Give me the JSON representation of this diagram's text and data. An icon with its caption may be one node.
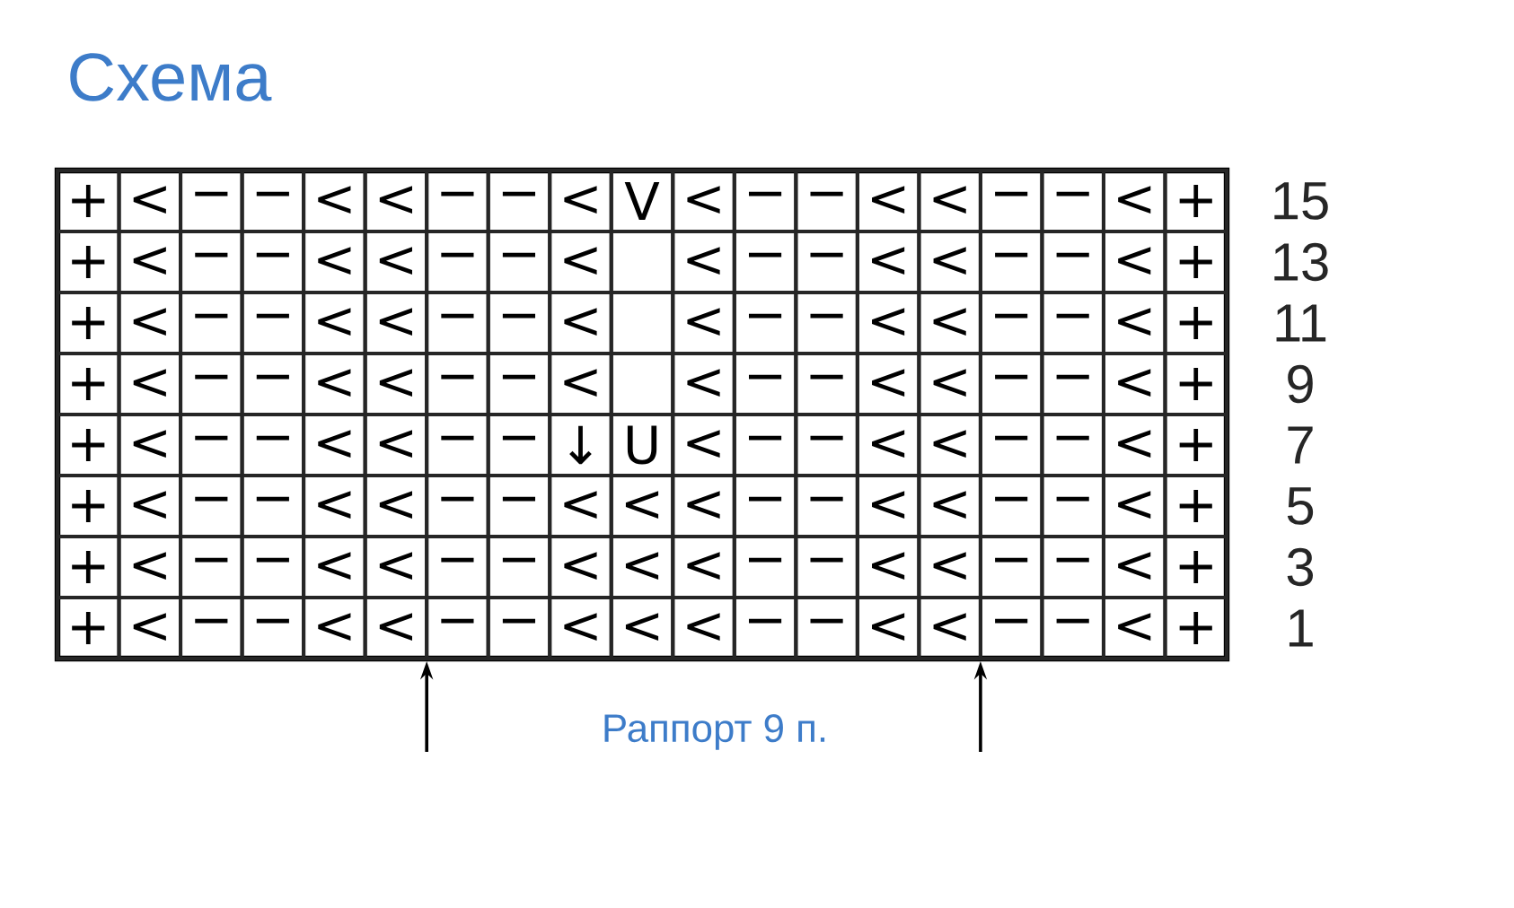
{
  "diagram": {
    "title": "Схема",
    "labels": [
      "+",
      "<",
      "−",
      "−",
      "<",
      "<",
      "−",
      "−",
      "<",
      "V",
      "<",
      "−",
      "−",
      "<",
      "<",
      "−",
      "−",
      "<",
      "+",
      "15",
      "+",
      "<",
      "−",
      "−",
      "<",
      "<",
      "−",
      "−",
      "<",
      "<",
      "−",
      "−",
      "<",
      "<",
      "−",
      "−",
      "<",
      "+",
      "13",
      "+",
      "<",
      "−",
      "−",
      "<",
      "<",
      "−",
      "−",
      "<",
      "<",
      "−",
      "−",
      "<",
      "<",
      "−",
      "−",
      "<",
      "+",
      "11",
      "+",
      "<",
      "−",
      "−",
      "<",
      "<",
      "−",
      "−",
      "<",
      "<",
      "−",
      "−",
      "<",
      "<",
      "−",
      "−",
      "<",
      "+",
      "9",
      "+",
      "<",
      "−",
      "−",
      "<",
      "<",
      "−",
      "−",
      "↓",
      "U",
      "<",
      "−",
      "−",
      "<",
      "<",
      "−",
      "−",
      "<",
      "+",
      "7",
      "+",
      "<",
      "−",
      "−",
      "<",
      "<",
      "−",
      "−",
      "<",
      "<",
      "<",
      "−",
      "−",
      "<",
      "<",
      "−",
      "−",
      "<",
      "+",
      "5",
      "+",
      "<",
      "−",
      "−",
      "<",
      "<",
      "−",
      "−",
      "<",
      "<",
      "<",
      "−",
      "−",
      "<",
      "<",
      "−",
      "−",
      "<",
      "+",
      "3",
      "+",
      "<",
      "−",
      "−",
      "<",
      "<",
      "−",
      "−",
      "<",
      "<",
      "<",
      "−",
      "−",
      "<",
      "<",
      "−",
      "−",
      "<",
      "+",
      "1",
      "Раппорт 9 п."
    ]
  }
}
